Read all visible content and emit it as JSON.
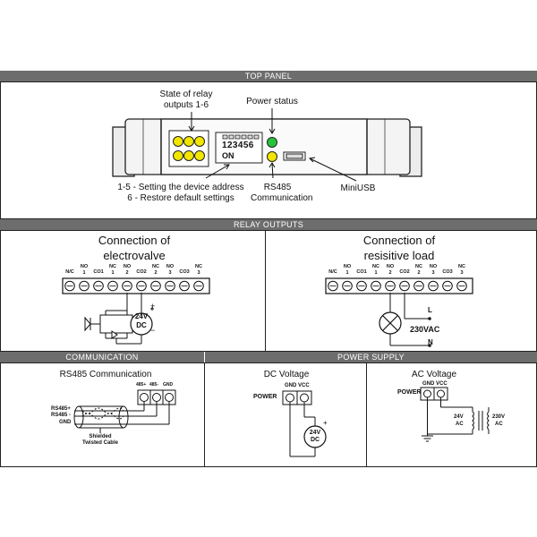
{
  "headers": {
    "top_panel": "TOP PANEL",
    "relay_outputs": "RELAY OUTPUTS",
    "communication": "COMMUNICATION",
    "power_supply": "POWER SUPPLY"
  },
  "top_panel": {
    "state_of_relay": "State of relay",
    "outputs": "outputs 1-6",
    "power_status": "Power status",
    "dip_numbers": "123456",
    "dip_on": "ON",
    "setting_address": "1-5 - Setting the device address",
    "restore_defaults": "6 - Restore default settings",
    "rs485": "RS485",
    "communication": "Communication",
    "miniusb": "MiniUSB"
  },
  "relay_outputs": {
    "left_title_1": "Connection of",
    "left_title_2": "electrovalve",
    "right_title_1": "Connection of",
    "right_title_2": "resisitive load",
    "terminal_labels": [
      "N/C",
      "NO 1",
      "CO1",
      "NC 1",
      "NO 2",
      "CO2",
      "NC 2",
      "NO 3",
      "CO3",
      "NC 3"
    ],
    "supply_24v": "24V",
    "supply_dc": "DC",
    "plus": "+",
    "minus": "−",
    "L": "L",
    "ac230": "230VAC",
    "N": "N"
  },
  "communication": {
    "title": "RS485 Communication",
    "term_labels": [
      "485+",
      "485-",
      "GND"
    ],
    "rs485_plus": "RS485+",
    "rs485_minus": "RS485 -",
    "gnd": "GND",
    "shielded": "Shielded",
    "twisted": "Twisted Cable"
  },
  "power_supply": {
    "dc_title": "DC Voltage",
    "ac_title": "AC Voltage",
    "power": "POWER",
    "gnd_vcc": "GND VCC",
    "v24": "24V",
    "dc": "DC",
    "ac": "AC",
    "v230": "230V",
    "plus": "+"
  },
  "colors": {
    "header_bg": "#6d6d6d",
    "led_yellow": "#f2e600",
    "led_green": "#27c43a",
    "line": "#222222",
    "device_fill": "#ececec"
  }
}
